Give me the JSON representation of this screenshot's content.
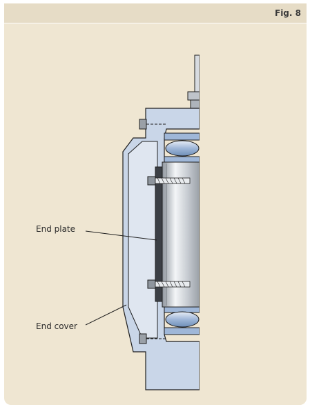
{
  "figure": {
    "label": "Fig. 8"
  },
  "callouts": {
    "end_plate": "End plate",
    "end_cover": "End cover"
  },
  "colors": {
    "background": "#efe6d2",
    "housing_blue": "#c9d6e8",
    "roller_blue": "#9fb7d8",
    "steel_gray": "#bfc4ca",
    "plate_dark": "#3b3f45",
    "outline": "#1e1e1e"
  }
}
